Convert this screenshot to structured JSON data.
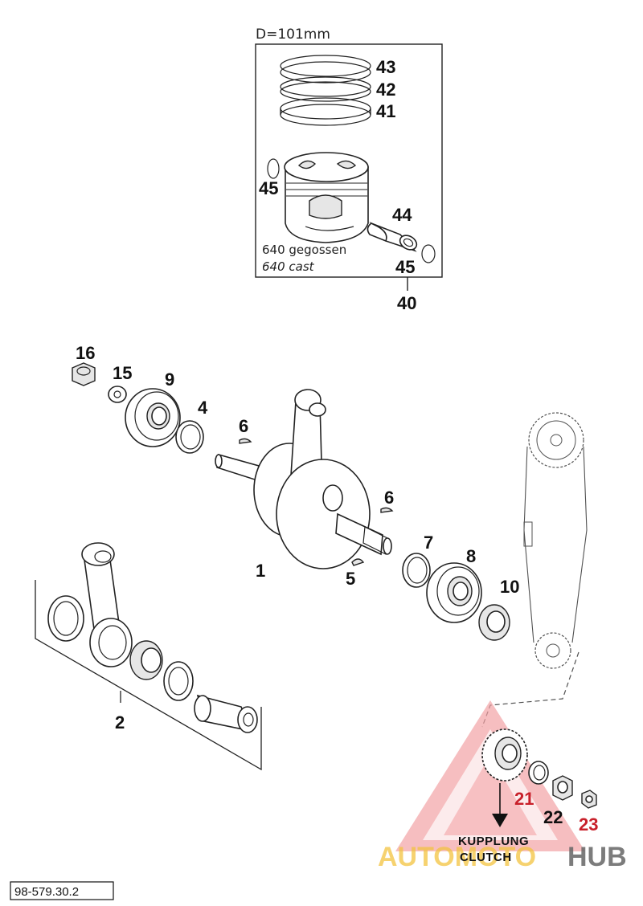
{
  "diagram": {
    "dimension_label": "D=101mm",
    "piston_note_de": "640 gegossen",
    "piston_note_en": "640 cast",
    "clutch_label_de": "KUPPLUNG",
    "clutch_label_en": "CLUTCH",
    "document_number": "98-579.30.2",
    "callouts": {
      "c43": "43",
      "c42": "42",
      "c41": "41",
      "c45a": "45",
      "c44": "44",
      "c45b": "45",
      "c40": "40",
      "c16": "16",
      "c15": "15",
      "c9": "9",
      "c4": "4",
      "c6a": "6",
      "c6b": "6",
      "c1": "1",
      "c5": "5",
      "c7": "7",
      "c8": "8",
      "c10": "10",
      "c2": "2",
      "c21": "21",
      "c22": "22",
      "c23": "23"
    }
  },
  "watermark": {
    "text_part1": "AUTOMOTO",
    "text_part2": "HUB",
    "color_red": "#e8333a",
    "color_gray": "#555555"
  }
}
